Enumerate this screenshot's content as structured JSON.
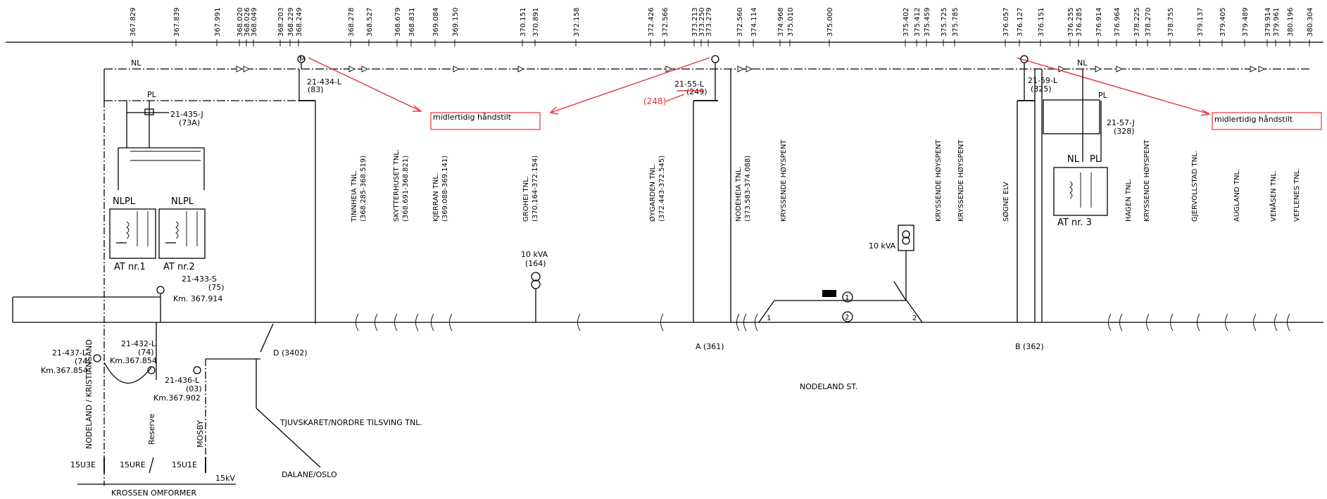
{
  "km_markers": [
    "367.829",
    "367.839",
    "367.991",
    "368.020",
    "368.026",
    "368.049",
    "368.203",
    "368.229",
    "368.249",
    "368.278",
    "368.527",
    "368.679",
    "368.831",
    "369.084",
    "369.150",
    "370.151",
    "370.891",
    "372.158",
    "372.426",
    "372.566",
    "373.213",
    "373.250",
    "373.279",
    "372.560",
    "374.114",
    "374.968",
    "375.010",
    "375.000",
    "375.402",
    "375.412",
    "375.459",
    "375.725",
    "375.785",
    "376.057",
    "376.127",
    "376.151",
    "376.255",
    "376.285",
    "376.914",
    "376.964",
    "378.225",
    "378.270",
    "378.755",
    "379.137",
    "379.405",
    "379.489",
    "379.914",
    "379.961",
    "380.196",
    "380.304"
  ],
  "conductor_labels": {
    "nl_left": "NL",
    "pl_left": "PL",
    "nl_right": "NL",
    "pl_right": "PL",
    "at3_nl": "NL",
    "at3_pl": "PL",
    "at1_nlpl": "NLPL",
    "at2_nlpl": "NLPL"
  },
  "switches": [
    {
      "id": "21-434-L",
      "num": "(83)"
    },
    {
      "id": "21-435-J",
      "num": "(73A)"
    },
    {
      "id": "21-55-L",
      "num": "(249)"
    },
    {
      "id": "21-59-L",
      "num": "(325)"
    },
    {
      "id": "21-57-J",
      "num": "(328)"
    },
    {
      "id": "21-433-S",
      "num": "(75)",
      "km": "Km. 367.914"
    },
    {
      "id": "21-437-L",
      "num": "(74)",
      "km": "Km.367.854"
    },
    {
      "id": "21-432-L",
      "num": "(74)",
      "km": "Km.367.854"
    },
    {
      "id": "21-436-L",
      "num": "(03)",
      "km": "Km.367.902"
    }
  ],
  "red_annotations": {
    "note_left": "midlertidig håndstilt",
    "note_right": "midlertidig håndstilt",
    "label_248": "(248)"
  },
  "autotransformers": [
    "AT nr.1",
    "AT nr.2",
    "AT nr. 3"
  ],
  "tunnels": [
    {
      "name": "TINNHEIA TNL.",
      "range": "(368.285-368.519)"
    },
    {
      "name": "SKYTTERHUSET TNL.",
      "range": "(368.691-368.821)"
    },
    {
      "name": "KJERRAN TNL.",
      "range": "(369.088-369.141)"
    },
    {
      "name": "GROHEI TNL.",
      "range": "(370.164-372.154)"
    },
    {
      "name": "ØYGARDEN TNL.",
      "range": "(372.443-372.545)"
    },
    {
      "name": "NODEHEIA TNL.",
      "range": "(373.583-374.088)"
    },
    {
      "name": "KRYSSENDE HØYSPENT",
      "range": ""
    },
    {
      "name": "KRYSSENDE HØYSPENT",
      "range": ""
    },
    {
      "name": "KRYSSENDE HØYSPENT",
      "range": ""
    },
    {
      "name": "SØGNE ELV",
      "range": ""
    },
    {
      "name": "HAGEN TNL.",
      "range": ""
    },
    {
      "name": "KRYSSENDE HØYSPENT",
      "range": ""
    },
    {
      "name": "GJERVOLLSTAD TNL.",
      "range": ""
    },
    {
      "name": "AUGLAND TNL.",
      "range": ""
    },
    {
      "name": "VENÅSEN TNL.",
      "range": ""
    },
    {
      "name": "VEFLENES TNL.",
      "range": ""
    }
  ],
  "transformers": {
    "t1_kva": "10 kVA",
    "t1_num": "(164)",
    "t2_kva": "10 kVA"
  },
  "sections": {
    "d": "D (3402)",
    "a": "A (361)",
    "b": "B (362)"
  },
  "station": "NODELAND ST.",
  "track_numbers": {
    "track1": "1",
    "track2": "2",
    "sw1": "1",
    "sw2": "2"
  },
  "feeders": [
    {
      "label": "NODELAND / KRISTIANSAND",
      "code": "15U3E"
    },
    {
      "label": "Reserve",
      "code": "15URE"
    },
    {
      "label": "MOSBY",
      "code": "15U1E"
    }
  ],
  "voltage": "15kV",
  "substation": "KROSSEN OMFORMER",
  "branch": {
    "tunnel": "TJUVSKARET/NORDRE TILSVING TNL.",
    "dest": "DALANE/OSLO"
  }
}
